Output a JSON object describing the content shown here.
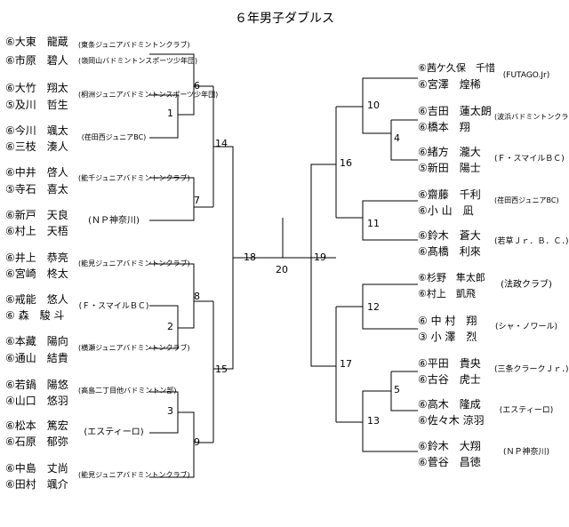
{
  "title": "６年男子ダブルス",
  "left_pairs": [
    {
      "p1": "⑥大東　龍蔵",
      "p2": "⑥市原　碧人",
      "club": "(東条ジュニアバドミントンクラブ)",
      "club2": "(嶺岡山バドミントンスポーツ少年団)"
    },
    {
      "p1": "⑥大竹　翔太",
      "p2": "⑤及川　哲生",
      "club": "(桐洲ジュニアバドミントンスポーツ少年団)",
      "club2": ""
    },
    {
      "p1": "⑥今川　颯太",
      "p2": "⑥三枝　湊人",
      "club": "(荏田西ジュニアBC)",
      "club2": ""
    },
    {
      "p1": "⑥中井　啓人",
      "p2": "⑤寺石　喜太",
      "club": "(能千ジュニアバドミントンクラブ)",
      "club2": ""
    },
    {
      "p1": "⑥新戸　天良",
      "p2": "⑥村上　天梧",
      "club": "(ＮＰ神奈川)",
      "club2": ""
    },
    {
      "p1": "⑥井上　恭亮",
      "p2": "⑥宮崎　柊太",
      "club": "(能見ジュニアバドミントンクラブ)",
      "club2": ""
    },
    {
      "p1": "⑥戒能　悠人",
      "p2": "⑥ 森　駿 斗",
      "club": "(Ｆ・スマイルＢＣ)",
      "club2": ""
    },
    {
      "p1": "⑥本藏　陽向",
      "p2": "⑥通山　結貴",
      "club": "(横瀬ジュニアバドミントンクラブ)",
      "club2": ""
    },
    {
      "p1": "⑥若鍋　陽悠",
      "p2": "④山口　悠羽",
      "club": "(高島二丁目他バドミントン部)",
      "club2": ""
    },
    {
      "p1": "⑥松本　篤宏",
      "p2": "⑥石原　郁弥",
      "club": "(エスティーロ)",
      "club2": ""
    },
    {
      "p1": "⑥中島　丈尚",
      "p2": "⑥田村　颯介",
      "club": "(能見ジュニアバドミントンクラブ)",
      "club2": ""
    }
  ],
  "right_pairs": [
    {
      "p1": "⑥茜ケ久保　千惜",
      "p2": "⑥宮澤　煌稀",
      "club": "(FUTAGO.Jr)"
    },
    {
      "p1": "⑥吉田　蓮太朗",
      "p2": "⑥橋本　翔",
      "club": "(波浜バドミントンクラブ)"
    },
    {
      "p1": "⑥緒方　瀧大",
      "p2": "⑤新田　陽士",
      "club": "(Ｆ・スマイルＢＣ)"
    },
    {
      "p1": "⑥齋藤　千利",
      "p2": "⑥小 山　凪",
      "club": "(荏田西ジュニアBC)"
    },
    {
      "p1": "⑥鈴木　蒼大",
      "p2": "⑥髙橋　利來",
      "club": "(若草Ｊｒ．Ｂ．Ｃ．)"
    },
    {
      "p1": "⑥杉野　隼太郎",
      "p2": "⑥村上　凱飛",
      "club": "(法政クラブ)"
    },
    {
      "p1": "⑥ 中 村　翔",
      "p2": "③ 小 澤　烈",
      "club": "(シャ・ノワール)"
    },
    {
      "p1": "⑥平田　貴央",
      "p2": "⑥古谷　虎士",
      "club": "(三条クラークＪｒ．)"
    },
    {
      "p1": "⑥高木　隆成",
      "p2": "⑥佐々木 涼羽",
      "club": "(エスティーロ)"
    },
    {
      "p1": "⑥鈴木　大翔",
      "p2": "⑥菅谷　昌徳",
      "club": "(ＮＰ神奈川)"
    }
  ],
  "matches": {
    "m1": "1",
    "m2": "2",
    "m3": "3",
    "m4": "4",
    "m5": "5",
    "m6": "6",
    "m7": "7",
    "m8": "8",
    "m9": "9",
    "m10": "10",
    "m11": "11",
    "m12": "12",
    "m13": "13",
    "m14": "14",
    "m15": "15",
    "m16": "16",
    "m17": "17",
    "m18": "18",
    "m19": "19",
    "m20": "20"
  }
}
